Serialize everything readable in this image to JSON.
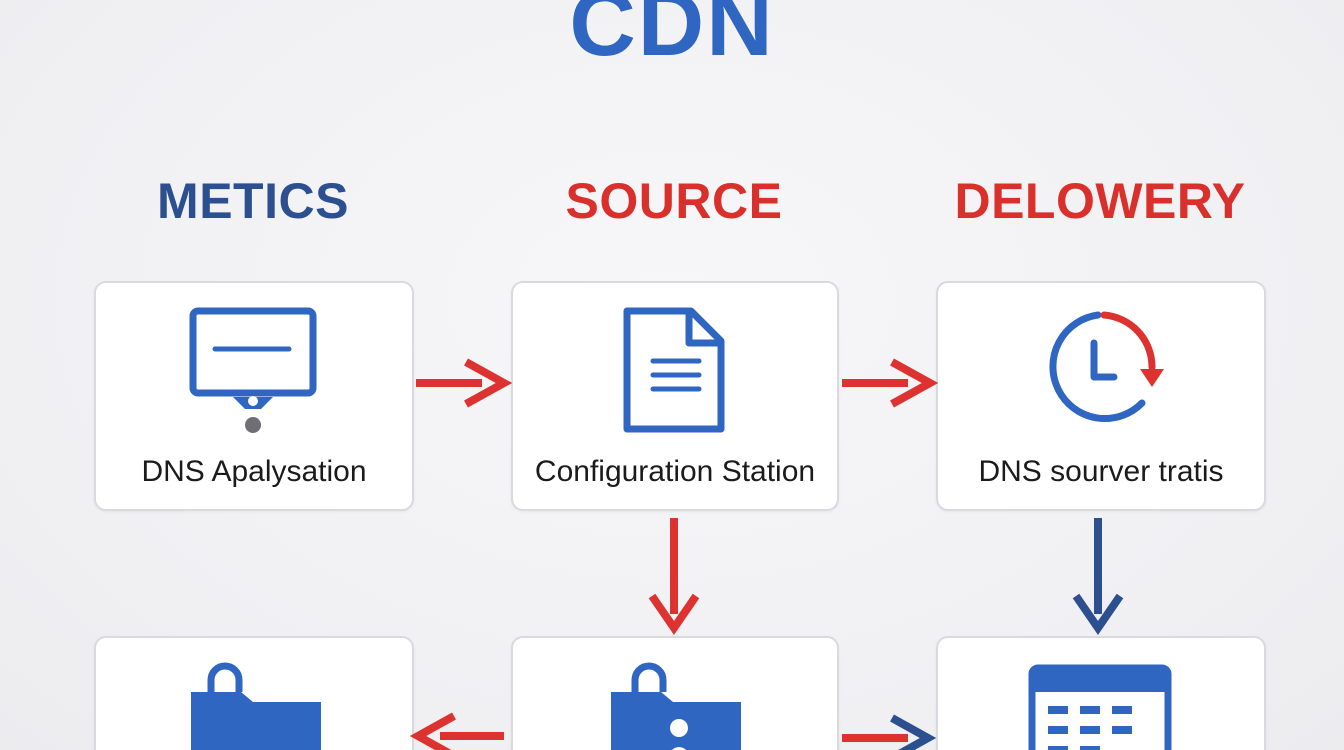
{
  "title": "CDN",
  "columns": [
    {
      "heading": "METICS",
      "color": "#2c4f8f"
    },
    {
      "heading": "SOURCE",
      "color": "#d9302c"
    },
    {
      "heading": "DELOWERY",
      "color": "#d9302c"
    }
  ],
  "cards": [
    {
      "label": "DNS Apalysation",
      "icon": "monitor-icon"
    },
    {
      "label": "Configuration Station",
      "icon": "document-icon"
    },
    {
      "label": "DNS sourver tratis",
      "icon": "clock-refresh-icon"
    },
    {
      "label": "",
      "icon": "folder-lock-icon"
    },
    {
      "label": "",
      "icon": "folder-user-icon"
    },
    {
      "label": "",
      "icon": "calendar-table-icon"
    }
  ],
  "colors": {
    "blue": "#2f66c2",
    "red": "#dc3330",
    "navy": "#2c4f8f"
  }
}
